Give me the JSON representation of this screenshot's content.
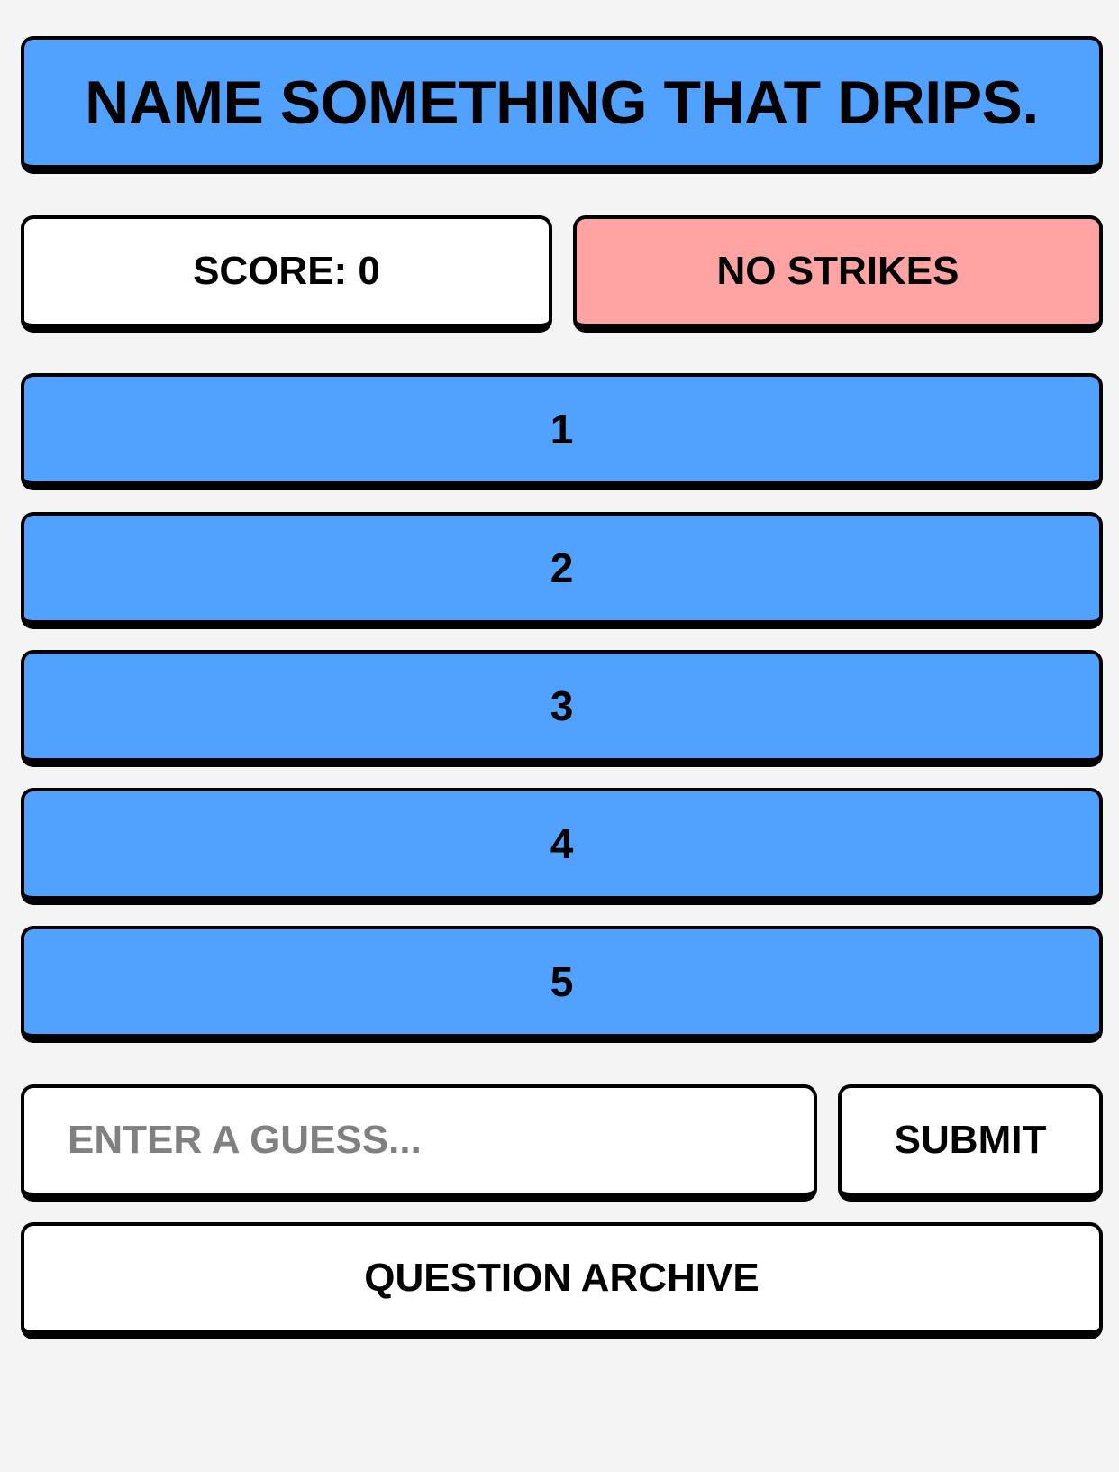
{
  "question": "NAME SOMETHING THAT DRIPS.",
  "score_label": "SCORE: 0",
  "strikes_label": "NO STRIKES",
  "answers": [
    {
      "label": "1"
    },
    {
      "label": "2"
    },
    {
      "label": "3"
    },
    {
      "label": "4"
    },
    {
      "label": "5"
    }
  ],
  "guess": {
    "value": "",
    "placeholder": "ENTER A GUESS..."
  },
  "submit_label": "SUBMIT",
  "archive_label": "QUESTION ARCHIVE",
  "colors": {
    "background": "#f4f4f4",
    "slot_blue": "#51a2ff",
    "strikes_pink": "#ffa3a3",
    "border": "#000000",
    "placeholder": "#808080"
  }
}
